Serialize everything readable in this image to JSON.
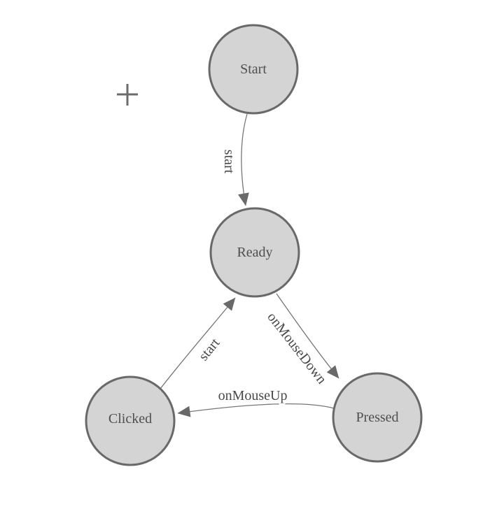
{
  "diagram": {
    "type": "state-machine",
    "nodes": [
      {
        "id": "start",
        "label": "Start"
      },
      {
        "id": "ready",
        "label": "Ready"
      },
      {
        "id": "clicked",
        "label": "Clicked"
      },
      {
        "id": "pressed",
        "label": "Pressed"
      }
    ],
    "edges": [
      {
        "from": "Start",
        "to": "Ready",
        "label": "start"
      },
      {
        "from": "Clicked",
        "to": "Ready",
        "label": "start"
      },
      {
        "from": "Ready",
        "to": "Pressed",
        "label": "onMouseDown"
      },
      {
        "from": "Pressed",
        "to": "Clicked",
        "label": "onMouseUp"
      }
    ],
    "origin_marker_icon": "plus-icon",
    "colors": {
      "node_fill": "#d4d4d4",
      "node_stroke": "#696969",
      "edge_stroke": "#767676",
      "arrow_fill": "#696969",
      "node_label": "#4f4f4f",
      "edge_label": "#494949",
      "marker": "#6b6b6b",
      "canvas_bg": "#ffffff"
    }
  }
}
